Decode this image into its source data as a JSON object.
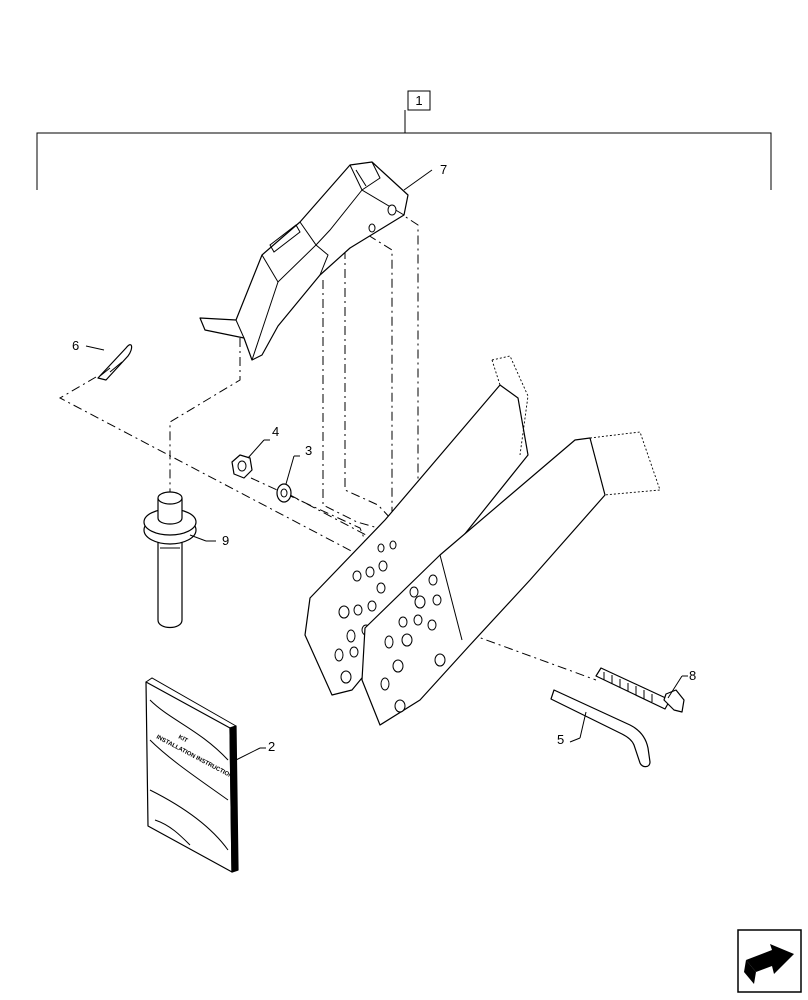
{
  "callouts": {
    "assembly": "1",
    "manual": "2",
    "washer": "3",
    "nut": "4",
    "rod": "5",
    "clip_pin": "6",
    "bracket": "7",
    "bolt": "8",
    "pin": "9"
  },
  "manual_cover": {
    "line1": "KIT",
    "line2": "INSTALLATION INSTRUCTIONS"
  },
  "icons": {
    "navigation": "arrow-icon"
  }
}
